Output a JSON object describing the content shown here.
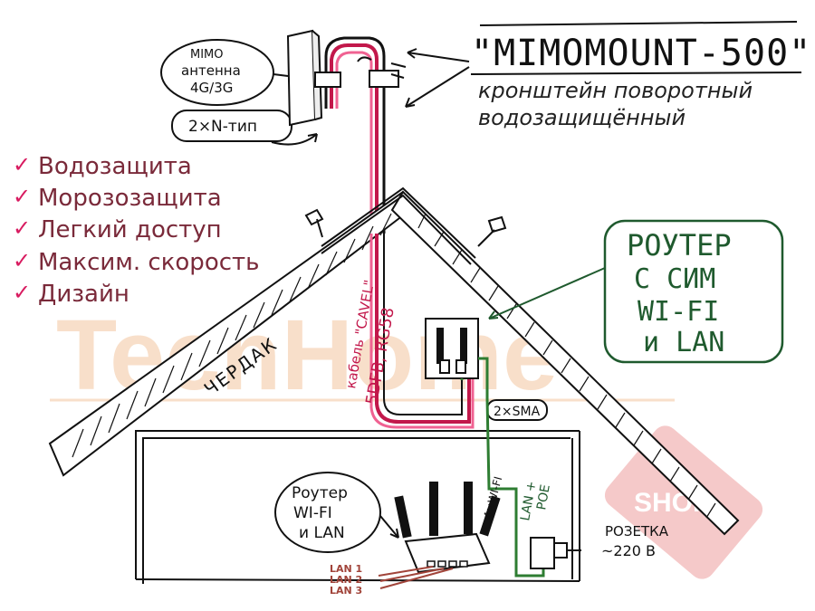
{
  "title": {
    "product": "\"MIMOMOUNT-500\"",
    "subtitle_line1": "кронштейн поворотный",
    "subtitle_line2": "водозащищённый"
  },
  "features": [
    "Водозащита",
    "Морозозащита",
    "Легкий доступ",
    "Максим. скорость",
    "Дизайн"
  ],
  "antenna_label": [
    "MIMO",
    "антенна",
    "4G/3G"
  ],
  "connector_label": "2×N-тип",
  "cable_label_line1": "кабель \"CAVEL\"",
  "cable_label_line2": "5DFB, RG58",
  "attic_label": "ЧЕРДАК",
  "sim_router_label": [
    "РОУТЕР",
    "С СИМ",
    "WI-FI",
    "и LAN"
  ],
  "sma_label": "2×SMA",
  "wifi_router_label": [
    "Роутер",
    "WI-FI",
    "и LAN"
  ],
  "wifi_antennas_label": "4×WI-FI",
  "lan_poe_label": [
    "LAN +",
    "POE"
  ],
  "socket_label": [
    "РОЗЕТКА",
    "~220 В"
  ],
  "lan_ports": [
    "LAN 1",
    "LAN 2",
    "LAN 3"
  ],
  "watermark": [
    "TechHome",
    "SHOP"
  ],
  "colors": {
    "ink": "#111111",
    "cable_red": "#c2184b",
    "cable_pink": "#f06292",
    "green_line": "#2e7d32",
    "check_pink": "#d81b60",
    "lan_brown": "#a1443a",
    "watermark": "#f6d5b8"
  }
}
